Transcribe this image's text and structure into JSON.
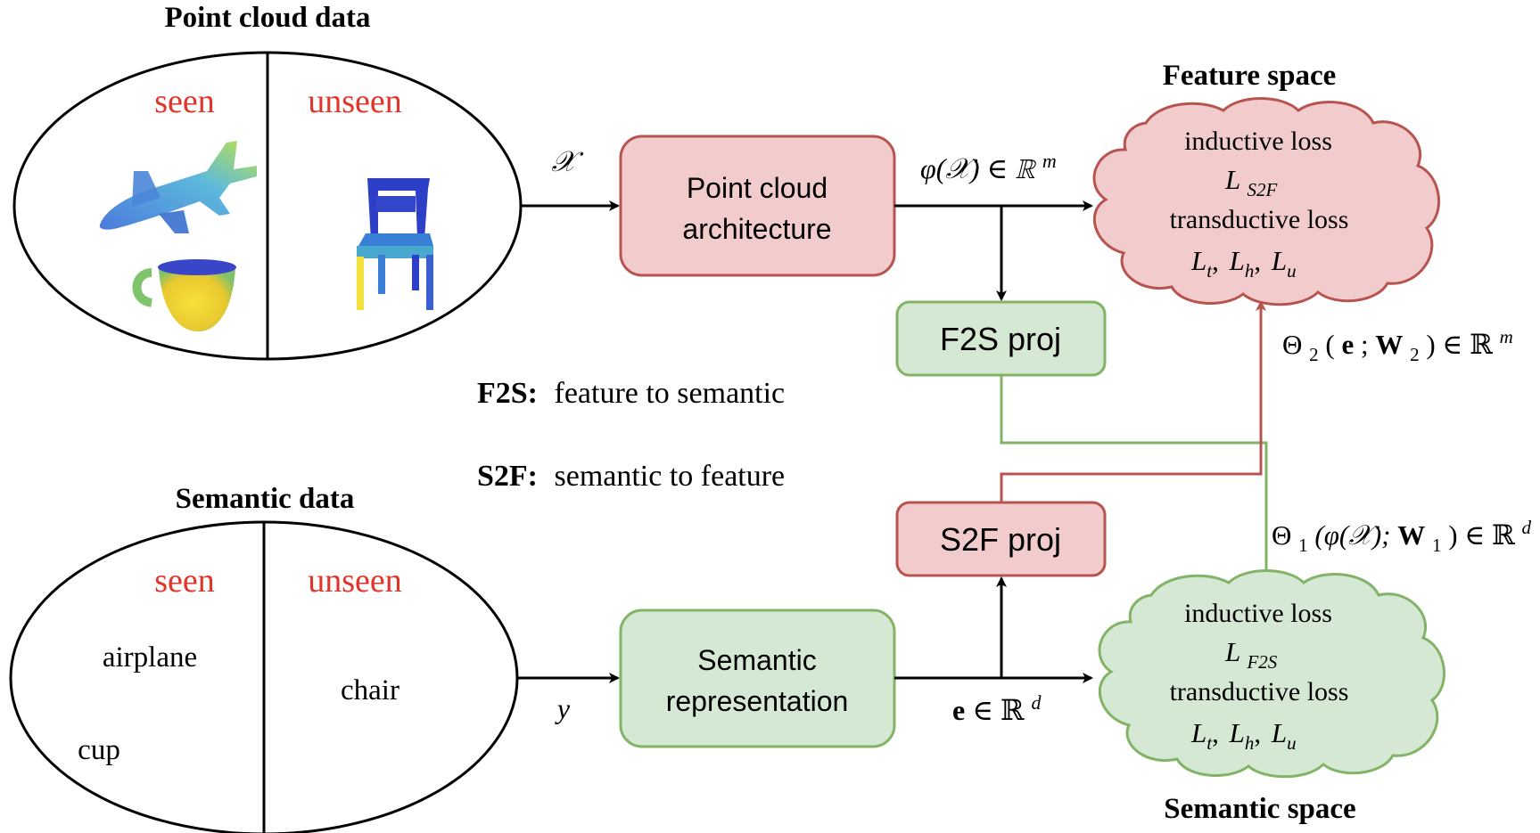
{
  "colors": {
    "red_text": "#e0352b",
    "red_fill": "#f2cccc",
    "red_stroke": "#b85450",
    "green_fill": "#d5e8d4",
    "green_stroke": "#82b366",
    "black": "#000000"
  },
  "point_cloud": {
    "title": "Point cloud data",
    "seen": "seen",
    "unseen": "unseen",
    "objects": [
      "airplane-pointcloud",
      "cup-pointcloud",
      "chair-pointcloud"
    ]
  },
  "semantic_data": {
    "title": "Semantic data",
    "seen": "seen",
    "unseen": "unseen",
    "seen_words": [
      "airplane",
      "cup"
    ],
    "unseen_words": [
      "chair"
    ]
  },
  "inputs": {
    "x_symbol": "𝒳",
    "y_symbol": "y"
  },
  "boxes": {
    "point_cloud_arch": [
      "Point cloud",
      "architecture"
    ],
    "semantic_repr": [
      "Semantic",
      "representation"
    ],
    "f2s_proj": "F2S proj",
    "s2f_proj": "S2F proj"
  },
  "legend": {
    "f2s_key": "F2S:",
    "f2s_text": "feature to semantic",
    "s2f_key": "S2F:",
    "s2f_text": "semantic to feature"
  },
  "feature_space": {
    "title": "Feature space",
    "line1": "inductive loss",
    "line2_main": "L",
    "line2_sub": "S2F",
    "line3": "transductive loss"
  },
  "semantic_space": {
    "title": "Semantic space",
    "line1": "inductive loss",
    "line2_main": "L",
    "line2_sub": "F2S",
    "line3": "transductive loss"
  },
  "losses": {
    "t_main": "L",
    "t_sub": "t",
    "h_main": "L",
    "h_sub": "h",
    "u_main": "L",
    "u_sub": "u",
    "sep": ","
  },
  "formulas": {
    "phi_x": "φ(𝒳) ∈ ℝ",
    "phi_x_sup": "m",
    "e_rd_bold": "e",
    "e_rd": " ∈ ℝ",
    "e_rd_sup": "d",
    "theta2_pre": "Θ",
    "theta2_sub": "2",
    "theta2_mid": "(",
    "theta2_e": "e",
    "theta2_semi": "; ",
    "theta2_W": "W",
    "theta2_Wsub": "2",
    "theta2_post": ") ∈ ℝ",
    "theta2_sup": "m",
    "theta1_pre": "Θ",
    "theta1_sub": "1",
    "theta1_mid": "(φ(𝒳); ",
    "theta1_W": "W",
    "theta1_Wsub": "1",
    "theta1_post": ") ∈ ℝ",
    "theta1_sup": "d"
  }
}
